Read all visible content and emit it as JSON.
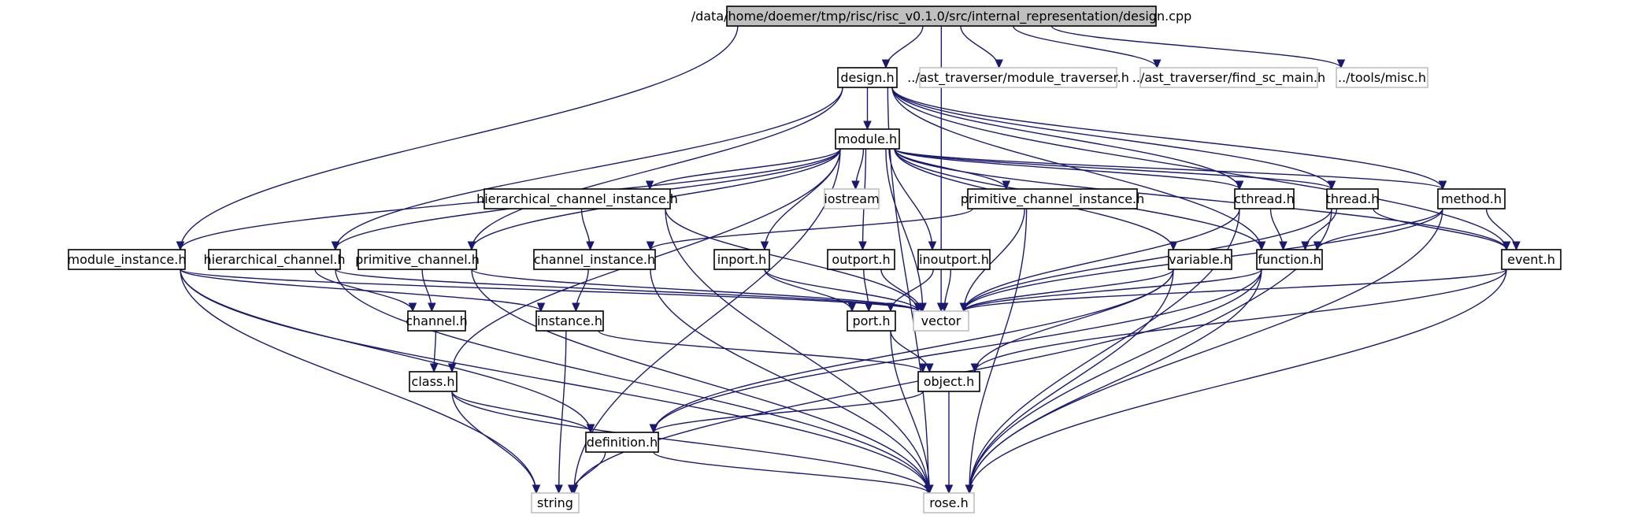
{
  "graph": {
    "nodes": [
      {
        "id": "root",
        "label": "/data/home/doemer/tmp/risc/risc_v0.1.0/src/internal_representation/design.cpp",
        "style": "root"
      },
      {
        "id": "design",
        "label": "design.h",
        "style": "normal"
      },
      {
        "id": "module_traverser",
        "label": "../ast_traverser/module_traverser.h",
        "style": "external"
      },
      {
        "id": "find_sc_main",
        "label": "../ast_traverser/find_sc_main.h",
        "style": "external"
      },
      {
        "id": "misc",
        "label": "../tools/misc.h",
        "style": "external"
      },
      {
        "id": "module",
        "label": "module.h",
        "style": "normal"
      },
      {
        "id": "hier_chan_inst",
        "label": "hierarchical_channel_instance.h",
        "style": "normal"
      },
      {
        "id": "iostream",
        "label": "iostream",
        "style": "external"
      },
      {
        "id": "prim_chan_inst",
        "label": "primitive_channel_instance.h",
        "style": "normal"
      },
      {
        "id": "cthread",
        "label": "cthread.h",
        "style": "normal"
      },
      {
        "id": "thread",
        "label": "thread.h",
        "style": "normal"
      },
      {
        "id": "method",
        "label": "method.h",
        "style": "normal"
      },
      {
        "id": "module_instance",
        "label": "module_instance.h",
        "style": "normal"
      },
      {
        "id": "hier_chan",
        "label": "hierarchical_channel.h",
        "style": "normal"
      },
      {
        "id": "prim_chan",
        "label": "primitive_channel.h",
        "style": "normal"
      },
      {
        "id": "chan_inst",
        "label": "channel_instance.h",
        "style": "normal"
      },
      {
        "id": "inport",
        "label": "inport.h",
        "style": "normal"
      },
      {
        "id": "outport",
        "label": "outport.h",
        "style": "normal"
      },
      {
        "id": "inoutport",
        "label": "inoutport.h",
        "style": "normal"
      },
      {
        "id": "variable",
        "label": "variable.h",
        "style": "normal"
      },
      {
        "id": "function",
        "label": "function.h",
        "style": "normal"
      },
      {
        "id": "event",
        "label": "event.h",
        "style": "normal"
      },
      {
        "id": "channel",
        "label": "channel.h",
        "style": "normal"
      },
      {
        "id": "instance",
        "label": "instance.h",
        "style": "normal"
      },
      {
        "id": "port",
        "label": "port.h",
        "style": "normal"
      },
      {
        "id": "vector",
        "label": "vector",
        "style": "external"
      },
      {
        "id": "class",
        "label": "class.h",
        "style": "normal"
      },
      {
        "id": "object",
        "label": "object.h",
        "style": "normal"
      },
      {
        "id": "definition",
        "label": "definition.h",
        "style": "normal"
      },
      {
        "id": "string",
        "label": "string",
        "style": "external"
      },
      {
        "id": "rose",
        "label": "rose.h",
        "style": "external"
      }
    ],
    "edges": [
      [
        "root",
        "design"
      ],
      [
        "root",
        "module_traverser"
      ],
      [
        "root",
        "find_sc_main"
      ],
      [
        "root",
        "misc"
      ],
      [
        "root",
        "module_instance"
      ],
      [
        "root",
        "vector"
      ],
      [
        "design",
        "module"
      ],
      [
        "design",
        "hier_chan"
      ],
      [
        "design",
        "prim_chan"
      ],
      [
        "design",
        "function"
      ],
      [
        "design",
        "cthread"
      ],
      [
        "design",
        "thread"
      ],
      [
        "design",
        "method"
      ],
      [
        "design",
        "event"
      ],
      [
        "design",
        "rose"
      ],
      [
        "module",
        "hier_chan_inst"
      ],
      [
        "module",
        "iostream"
      ],
      [
        "module",
        "prim_chan_inst"
      ],
      [
        "module",
        "cthread"
      ],
      [
        "module",
        "thread"
      ],
      [
        "module",
        "method"
      ],
      [
        "module",
        "module_instance"
      ],
      [
        "module",
        "hier_chan"
      ],
      [
        "module",
        "prim_chan"
      ],
      [
        "module",
        "inport"
      ],
      [
        "module",
        "outport"
      ],
      [
        "module",
        "inoutport"
      ],
      [
        "module",
        "variable"
      ],
      [
        "module",
        "function"
      ],
      [
        "module",
        "event"
      ],
      [
        "module",
        "vector"
      ],
      [
        "module",
        "string"
      ],
      [
        "module",
        "class"
      ],
      [
        "hier_chan_inst",
        "chan_inst"
      ],
      [
        "hier_chan_inst",
        "vector"
      ],
      [
        "hier_chan_inst",
        "rose"
      ],
      [
        "prim_chan_inst",
        "chan_inst"
      ],
      [
        "prim_chan_inst",
        "vector"
      ],
      [
        "prim_chan_inst",
        "rose"
      ],
      [
        "cthread",
        "function"
      ],
      [
        "cthread",
        "vector"
      ],
      [
        "cthread",
        "rose"
      ],
      [
        "thread",
        "function"
      ],
      [
        "thread",
        "event"
      ],
      [
        "thread",
        "vector"
      ],
      [
        "thread",
        "rose"
      ],
      [
        "method",
        "function"
      ],
      [
        "method",
        "event"
      ],
      [
        "method",
        "vector"
      ],
      [
        "method",
        "rose"
      ],
      [
        "module_instance",
        "instance"
      ],
      [
        "module_instance",
        "vector"
      ],
      [
        "module_instance",
        "definition"
      ],
      [
        "module_instance",
        "string"
      ],
      [
        "module_instance",
        "rose"
      ],
      [
        "hier_chan",
        "channel"
      ],
      [
        "hier_chan",
        "vector"
      ],
      [
        "hier_chan",
        "rose"
      ],
      [
        "prim_chan",
        "channel"
      ],
      [
        "prim_chan",
        "vector"
      ],
      [
        "prim_chan",
        "rose"
      ],
      [
        "chan_inst",
        "instance"
      ],
      [
        "chan_inst",
        "rose"
      ],
      [
        "inport",
        "port"
      ],
      [
        "inport",
        "vector"
      ],
      [
        "outport",
        "port"
      ],
      [
        "outport",
        "vector"
      ],
      [
        "inoutport",
        "port"
      ],
      [
        "inoutport",
        "vector"
      ],
      [
        "variable",
        "object"
      ],
      [
        "variable",
        "vector"
      ],
      [
        "variable",
        "definition"
      ],
      [
        "variable",
        "rose"
      ],
      [
        "function",
        "vector"
      ],
      [
        "function",
        "definition"
      ],
      [
        "function",
        "string"
      ],
      [
        "function",
        "rose"
      ],
      [
        "event",
        "object"
      ],
      [
        "event",
        "vector"
      ],
      [
        "event",
        "rose"
      ],
      [
        "channel",
        "class"
      ],
      [
        "instance",
        "object"
      ],
      [
        "instance",
        "string"
      ],
      [
        "port",
        "object"
      ],
      [
        "port",
        "rose"
      ],
      [
        "class",
        "definition"
      ],
      [
        "class",
        "string"
      ],
      [
        "class",
        "rose"
      ],
      [
        "object",
        "definition"
      ],
      [
        "object",
        "rose"
      ],
      [
        "definition",
        "string"
      ],
      [
        "definition",
        "rose"
      ]
    ]
  },
  "colors": {
    "edge": "#191970",
    "root_fill": "#bfbfbf",
    "node_border": "#000000",
    "external_border": "#bfbfbf",
    "text": "#000000"
  }
}
